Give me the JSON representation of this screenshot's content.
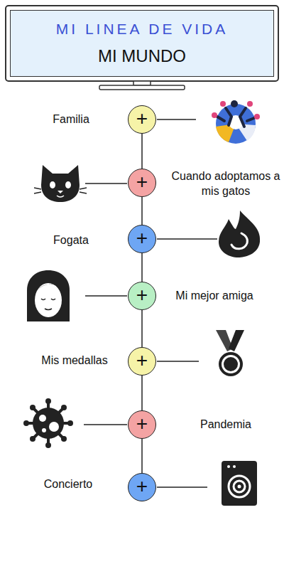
{
  "diagram": {
    "nodes": [
      {
        "text": [
          "MI LINEA DE VIDA",
          "MI MUNDO"
        ]
      },
      {
        "text": [
          "+"
        ]
      },
      {
        "text": [
          "+"
        ]
      },
      {
        "text": [
          "+"
        ]
      },
      {
        "text": [
          "+"
        ]
      },
      {
        "text": [
          "+"
        ]
      },
      {
        "text": [
          "+"
        ]
      },
      {
        "text": [
          "+"
        ]
      }
    ],
    "edges": [
      {
        "from": 1,
        "to": 2,
        "arrow": "none"
      },
      {
        "from": 2,
        "to": 3,
        "arrow": "none"
      },
      {
        "from": 3,
        "to": 4,
        "arrow": "none"
      },
      {
        "from": 4,
        "to": 5,
        "arrow": "none"
      },
      {
        "from": 5,
        "to": 6,
        "arrow": "none"
      },
      {
        "from": 6,
        "to": 7,
        "arrow": "none"
      }
    ],
    "labels": [
      "Familia",
      "Cuando adoptamos a mis gatos",
      "Fogata",
      "Mi mejor amiga",
      "Mis medallas",
      "Pandemia",
      "Concierto"
    ]
  }
}
